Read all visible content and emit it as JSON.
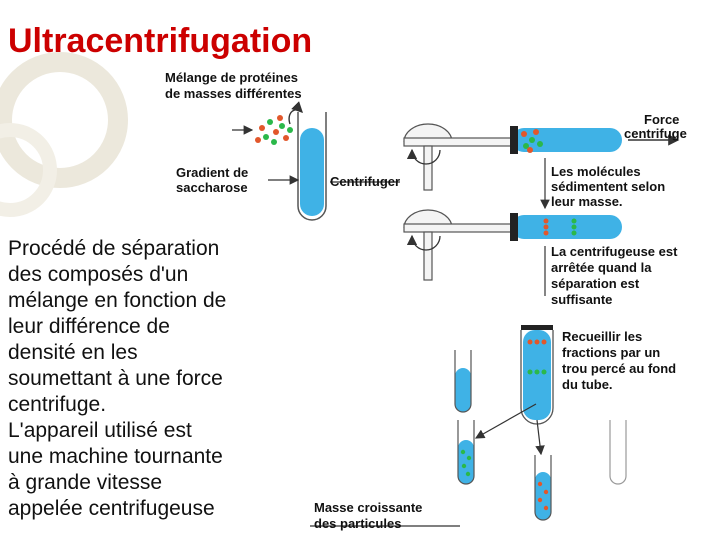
{
  "slide": {
    "title": "Ultracentrifugation",
    "body_lines": [
      "Procédé de séparation",
      "des composés d'un",
      "mélange en fonction de",
      "leur différence de",
      "densité en les",
      "soumettant à une force",
      "centrifuge.",
      "L'appareil utilisé est",
      "une machine tournante",
      "à grande vitesse",
      "appelée centrifugeuse"
    ]
  },
  "diagram": {
    "labels": {
      "melange_1": "Mélange de protéines",
      "melange_2": "de masses différentes",
      "gradient_1": "Gradient de",
      "gradient_2": "saccharose",
      "centrifuger": "Centrifuger",
      "force_1": "Force",
      "force_2": "centrifuge",
      "molecules_1": "Les molécules",
      "molecules_2": "sédimentent selon",
      "molecules_3": "leur masse.",
      "arret_1": "La centrifugeuse est",
      "arret_2": "arrêtée quand la",
      "arret_3": "séparation est",
      "arret_4": "suffisante",
      "recueillir_1": "Recueillir les",
      "recueillir_2": "fractions par un",
      "recueillir_3": "trou percé au fond",
      "recueillir_4": "du tube.",
      "masse_1": "Masse croissante",
      "masse_2": "des particules"
    },
    "colors": {
      "title": "#cc0000",
      "tube_fill": "#3fb2e6",
      "tube_light": "#a8ddf5",
      "protein_red": "#e2572b",
      "protein_green": "#2bb84a",
      "outline": "#333333"
    }
  }
}
